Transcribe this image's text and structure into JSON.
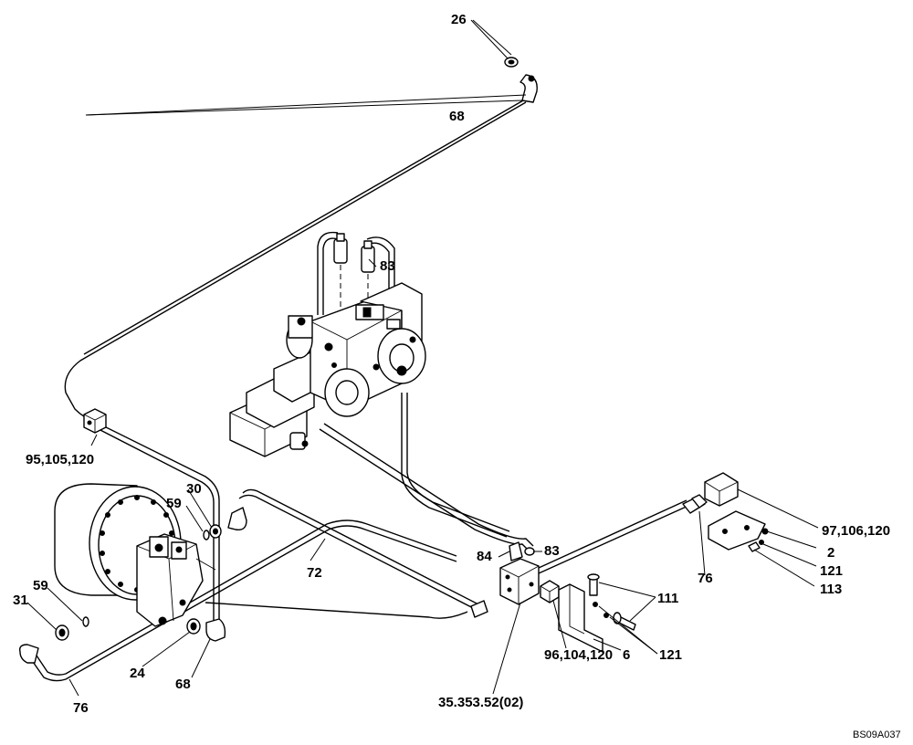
{
  "labels": {
    "l26": "26",
    "l68_top": "68",
    "l83_top": "83",
    "l95": "95,105,120",
    "l30": "30",
    "l59_a": "59",
    "l59_b": "59",
    "l31": "31",
    "l72": "72",
    "l24": "24",
    "l68_bottom": "68",
    "l76_left": "76",
    "l84": "84",
    "l83_mid": "83",
    "l76_right": "76",
    "l97": "97,106,120",
    "l2": "2",
    "l121_a": "121",
    "l113": "113",
    "l111": "111",
    "l121_b": "121",
    "l6": "6",
    "l96": "96,104,120",
    "l35": "35.353.52(02)"
  },
  "reference_code": "BS09A037",
  "colors": {
    "line": "#000000",
    "background": "#ffffff"
  }
}
